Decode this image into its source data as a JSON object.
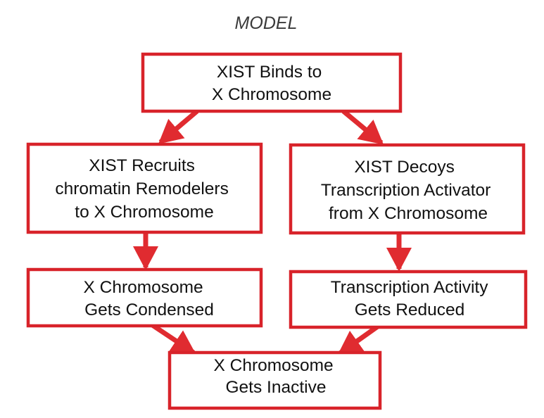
{
  "title": "MODEL",
  "colors": {
    "box_border": "#d8232a",
    "arrow": "#e02b30",
    "text": "#111111",
    "title": "#3a3a3a"
  },
  "boxes": {
    "binds": {
      "lines": [
        "XIST Binds to",
        "X Chromosome"
      ]
    },
    "recruits": {
      "lines": [
        "XIST Recruits",
        "chromatin Remodelers",
        "to X Chromosome"
      ]
    },
    "decoys": {
      "lines": [
        "XIST Decoys",
        "Transcription Activator",
        "from X Chromosome"
      ]
    },
    "condensed": {
      "lines": [
        "X Chromosome",
        "Gets Condensed"
      ]
    },
    "reduced": {
      "lines": [
        "Transcription Activity",
        "Gets Reduced"
      ]
    },
    "inactive": {
      "lines": [
        "X Chromosome",
        "Gets Inactive"
      ]
    }
  }
}
